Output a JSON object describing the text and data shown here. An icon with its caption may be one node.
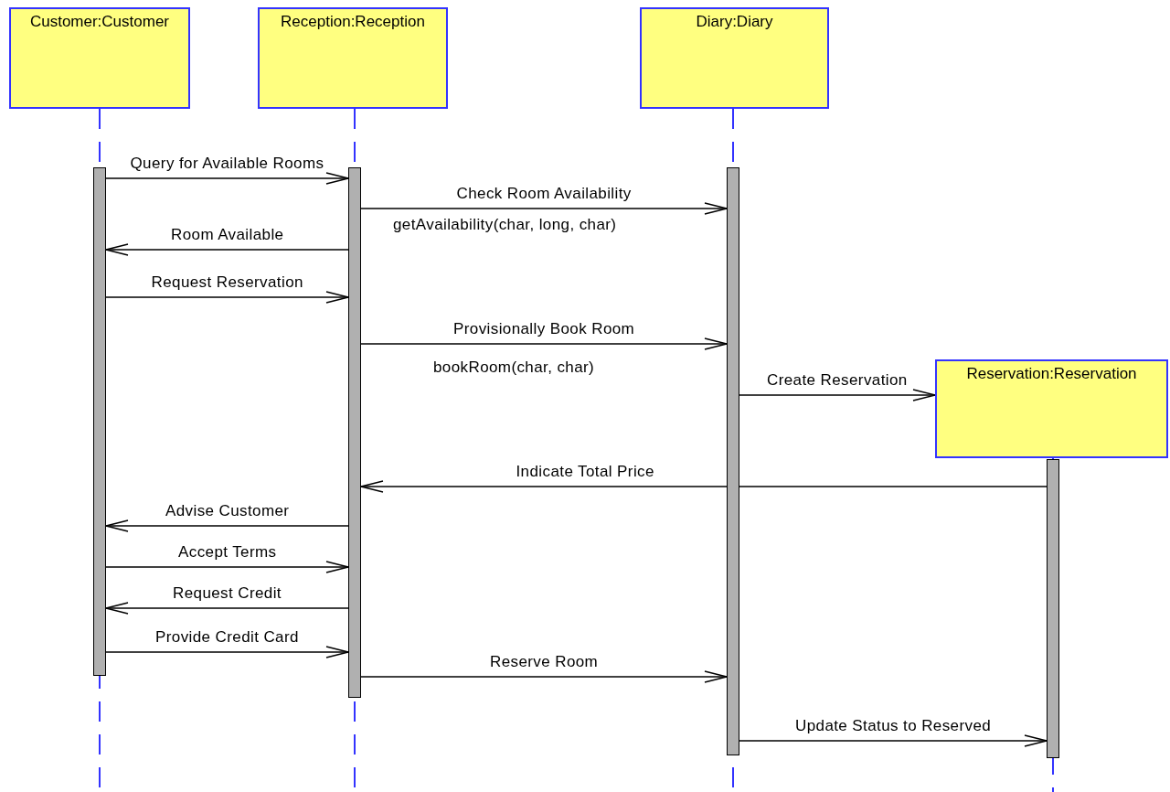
{
  "diagram": {
    "nodes": [
      {
        "text": [
          "Customer:Customer"
        ]
      },
      {
        "text": [
          "Reception:Reception"
        ]
      },
      {
        "text": [
          "Diary:Diary"
        ]
      },
      {
        "text": [
          "Reservation:Reservation"
        ]
      },
      {
        "text": [],
        "shape": "bar"
      },
      {
        "text": [],
        "shape": "bar"
      },
      {
        "text": [],
        "shape": "bar"
      },
      {
        "text": [],
        "shape": "bar"
      }
    ],
    "edges": [
      {
        "from": 4,
        "to": 5,
        "arrow": "to",
        "label": "Query for Available Rooms"
      },
      {
        "from": 5,
        "to": 6,
        "arrow": "to",
        "label": "Check Room Availability"
      },
      {
        "from": 5,
        "to": 4,
        "arrow": "to",
        "label": "Room Available"
      },
      {
        "from": 4,
        "to": 5,
        "arrow": "to",
        "label": "Request Reservation"
      },
      {
        "from": 5,
        "to": 6,
        "arrow": "to",
        "label": "Provisionally Book Room"
      },
      {
        "from": 6,
        "to": 3,
        "arrow": "to",
        "label": "Create Reservation"
      },
      {
        "from": 7,
        "to": 5,
        "arrow": "to",
        "label": "Indicate Total Price"
      },
      {
        "from": 5,
        "to": 4,
        "arrow": "to",
        "label": "Advise Customer"
      },
      {
        "from": 4,
        "to": 5,
        "arrow": "to",
        "label": "Accept Terms"
      },
      {
        "from": 5,
        "to": 4,
        "arrow": "to",
        "label": "Request Credit"
      },
      {
        "from": 4,
        "to": 5,
        "arrow": "to",
        "label": "Provide Credit Card"
      },
      {
        "from": 5,
        "to": 6,
        "arrow": "to",
        "label": "Reserve Room"
      },
      {
        "from": 6,
        "to": 7,
        "arrow": "to",
        "label": "Update Status to Reserved"
      }
    ],
    "labels": [
      "getAvailability(char, long, char)",
      "bookRoom(char, char)"
    ]
  }
}
